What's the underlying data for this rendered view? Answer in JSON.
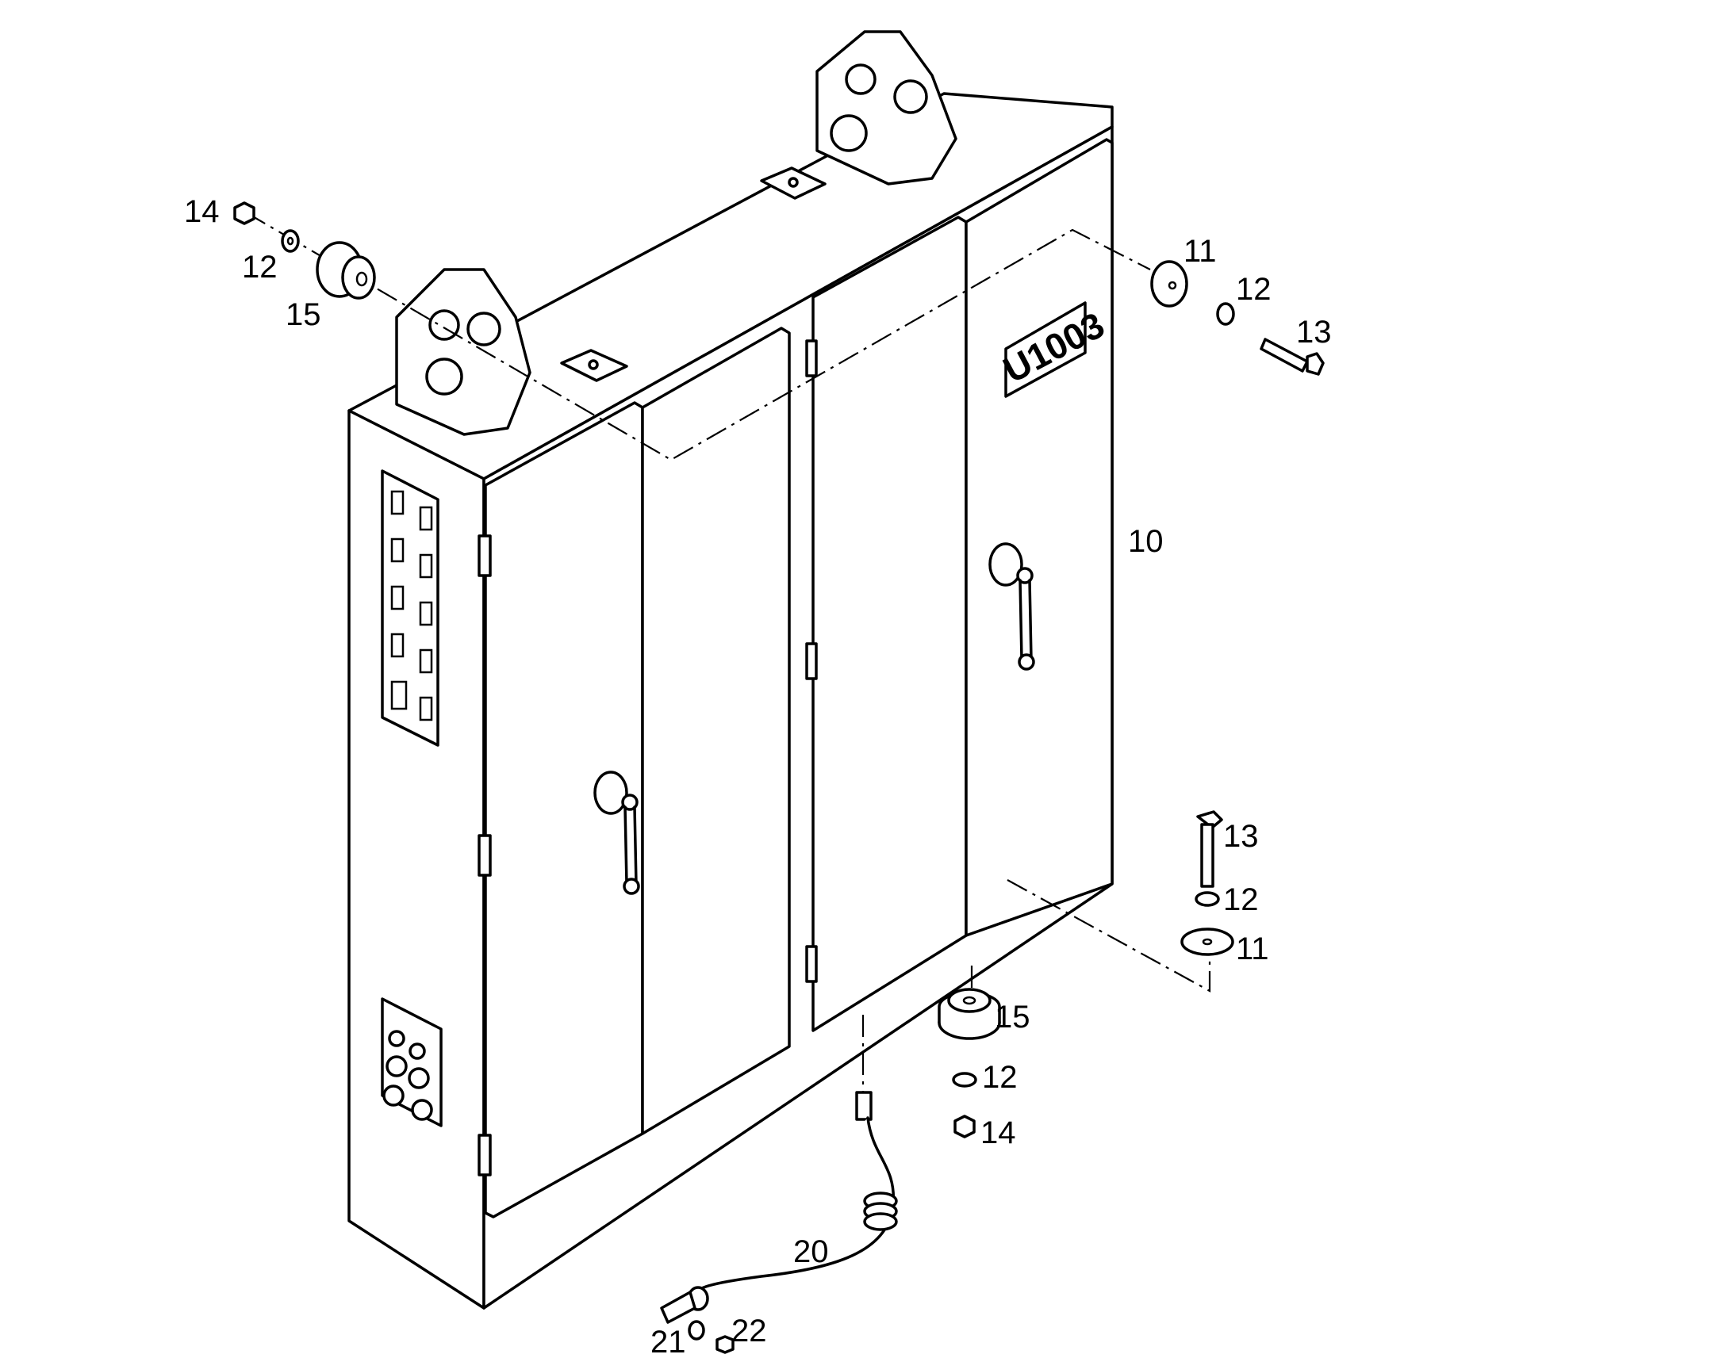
{
  "diagram": {
    "plate_label": "U1003",
    "callouts": [
      {
        "id": "c14a",
        "text": "14"
      },
      {
        "id": "c12a",
        "text": "12"
      },
      {
        "id": "c15a",
        "text": "15"
      },
      {
        "id": "c11a",
        "text": "11"
      },
      {
        "id": "c12b",
        "text": "12"
      },
      {
        "id": "c13a",
        "text": "13"
      },
      {
        "id": "c10",
        "text": "10"
      },
      {
        "id": "c13b",
        "text": "13"
      },
      {
        "id": "c12c",
        "text": "12"
      },
      {
        "id": "c11b",
        "text": "11"
      },
      {
        "id": "c15b",
        "text": "15"
      },
      {
        "id": "c12d",
        "text": "12"
      },
      {
        "id": "c14b",
        "text": "14"
      },
      {
        "id": "c20",
        "text": "20"
      },
      {
        "id": "c21",
        "text": "21"
      },
      {
        "id": "c22",
        "text": "22"
      }
    ]
  }
}
